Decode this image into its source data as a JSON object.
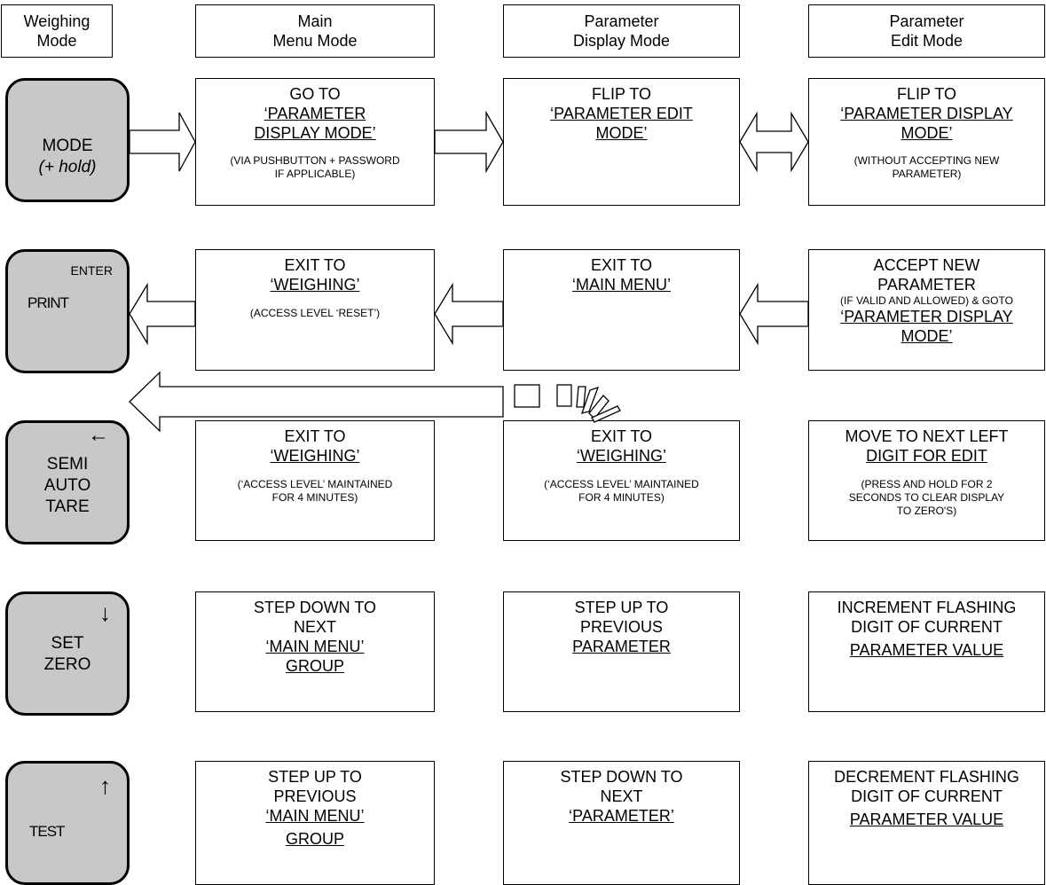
{
  "headers": {
    "weighing": [
      "Weighing",
      "Mode"
    ],
    "main_menu": [
      "Main",
      "Menu Mode"
    ],
    "param_display": [
      "Parameter",
      "Display Mode"
    ],
    "param_edit": [
      "Parameter",
      "Edit Mode"
    ]
  },
  "keys": {
    "mode": {
      "line1": "MODE",
      "line2": "(+ hold)"
    },
    "print": {
      "corner": "ENTER",
      "label": "PRINT"
    },
    "semi_auto_tare": {
      "line1": "SEMI",
      "line2": "AUTO",
      "line3": "TARE",
      "corner_symbol": "←"
    },
    "set_zero": {
      "line1": "SET",
      "line2": "ZERO",
      "corner_symbol": "↓"
    },
    "test": {
      "label": "TEST",
      "corner_symbol": "↑"
    }
  },
  "rows": {
    "mode": {
      "main": {
        "l1": "GO TO",
        "u1": "‘PARAMETER",
        "u2": "DISPLAY MODE’",
        "note1": "(VIA PUSHBUTTON + PASSWORD",
        "note2": "IF APPLICABLE)"
      },
      "display": {
        "l1": "FLIP TO",
        "u1": "‘PARAMETER EDIT",
        "u2": "MODE’"
      },
      "edit": {
        "l1": "FLIP TO",
        "u1": "‘PARAMETER DISPLAY",
        "u2": "MODE’",
        "note1": "(WITHOUT ACCEPTING NEW",
        "note2": "PARAMETER)"
      }
    },
    "print": {
      "main": {
        "l1": "EXIT TO",
        "u1": "‘WEIGHING’",
        "note1": "(ACCESS LEVEL ‘RESET’)"
      },
      "display": {
        "l1": "EXIT TO",
        "u1": "‘MAIN MENU’"
      },
      "edit": {
        "l1": "ACCEPT NEW",
        "l2": "PARAMETER",
        "small": "(IF VALID AND ALLOWED) & GOTO",
        "u1": "‘PARAMETER DISPLAY",
        "u2": "MODE’"
      }
    },
    "tare": {
      "main": {
        "l1": "EXIT TO",
        "u1": "‘WEIGHING’",
        "note1": "(‘ACCESS LEVEL’ MAINTAINED",
        "note2": "FOR 4 MINUTES)"
      },
      "display": {
        "l1": "EXIT TO",
        "u1": "‘WEIGHING’",
        "note1": "(‘ACCESS LEVEL’ MAINTAINED",
        "note2": "FOR 4 MINUTES)"
      },
      "edit": {
        "l1": "MOVE TO NEXT LEFT",
        "u1": "DIGIT FOR EDIT",
        "note1": "(PRESS AND HOLD FOR 2",
        "note2": "SECONDS TO CLEAR DISPLAY",
        "note3": "TO ZERO'S)"
      }
    },
    "zero": {
      "main": {
        "l1": "STEP DOWN TO",
        "l2": "NEXT",
        "u1": "‘MAIN MENU’",
        "u2": "GROUP"
      },
      "display": {
        "l1": "STEP UP TO",
        "l2": "PREVIOUS",
        "u1": "PARAMETER"
      },
      "edit": {
        "l1": "INCREMENT FLASHING",
        "l2": "DIGIT OF CURRENT",
        "u1": "PARAMETER VALUE"
      }
    },
    "test": {
      "main": {
        "l1": "STEP UP TO",
        "l2": "PREVIOUS",
        "u1": "‘MAIN MENU’",
        "u2": "GROUP"
      },
      "display": {
        "l1": "STEP DOWN TO",
        "l2": "NEXT",
        "u1": "‘PARAMETER’"
      },
      "edit": {
        "l1": "DECREMENT FLASHING",
        "l2": "DIGIT OF CURRENT",
        "u1": "PARAMETER VALUE"
      }
    }
  }
}
